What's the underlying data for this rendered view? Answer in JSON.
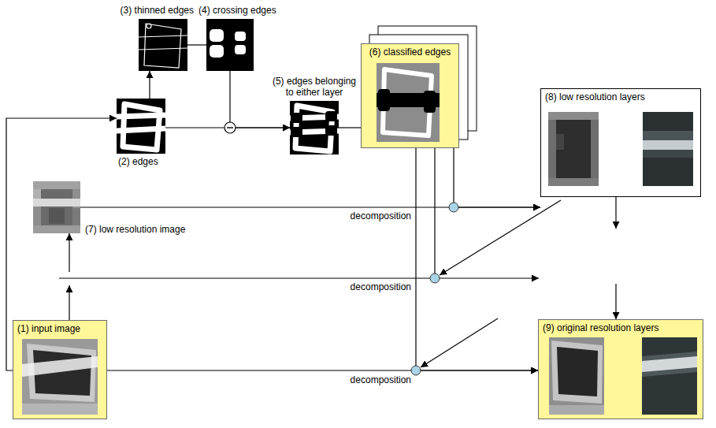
{
  "diagram": {
    "nodes": [
      {
        "text": [
          "(3) thinned edges"
        ]
      },
      {
        "text": [
          "(4) crossing edges"
        ]
      },
      {
        "text": [
          "(5) edges belonging to either layer"
        ]
      },
      {
        "text": [
          "(6) classified edges"
        ]
      },
      {
        "text": [
          "(2) edges"
        ]
      },
      {
        "text": [
          "(8) low resolution layers"
        ]
      },
      {
        "text": [
          "(7) low resolution image"
        ]
      },
      {
        "text": [
          "(1) input image"
        ]
      },
      {
        "text": [
          "(9) original resolution layers"
        ]
      }
    ],
    "edges": [
      {
        "from": 7,
        "to": 6,
        "arrow": "to"
      },
      {
        "from": 7,
        "to": 4,
        "arrow": "to"
      },
      {
        "from": 4,
        "to": 0,
        "arrow": "to"
      },
      {
        "from": 0,
        "to": 1,
        "arrow": "none"
      },
      {
        "from": 4,
        "to": 2,
        "arrow": "to"
      },
      {
        "from": 1,
        "to": 2,
        "arrow": "to"
      },
      {
        "from": 2,
        "to": 3,
        "arrow": "none"
      },
      {
        "from": 6,
        "to": 5,
        "arrow": "to"
      },
      {
        "from": 3,
        "to": 5,
        "arrow": "to"
      },
      {
        "from": 5,
        "to": 8,
        "arrow": "to"
      },
      {
        "from": 7,
        "to": 8,
        "arrow": "to"
      },
      {
        "from": 3,
        "to": 8,
        "arrow": "to"
      }
    ],
    "labels": [
      "decomposition",
      "decomposition",
      "decomposition"
    ]
  }
}
